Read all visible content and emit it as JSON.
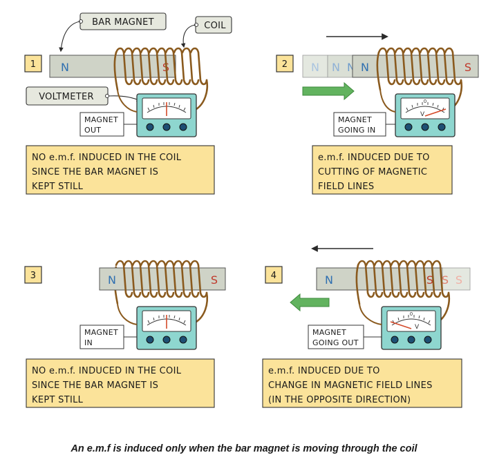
{
  "labels": {
    "bar_magnet": "BAR MAGNET",
    "coil": "COIL",
    "voltmeter": "VOLTMETER",
    "north": "N",
    "south": "S",
    "voltmeter_unit": "V"
  },
  "panels": [
    {
      "number": "1",
      "state_line1": "MAGNET",
      "state_line2": "OUT",
      "text": [
        "NO e.m.f. INDUCED IN THE COIL",
        "SINCE THE BAR MAGNET IS",
        "KEPT  STILL"
      ]
    },
    {
      "number": "2",
      "state_line1": "MAGNET",
      "state_line2": "GOING IN",
      "text": [
        "e.m.f. INDUCED DUE TO",
        "CUTTING OF MAGNETIC",
        "FIELD LINES"
      ]
    },
    {
      "number": "3",
      "state_line1": "MAGNET",
      "state_line2": "IN",
      "text": [
        "NO e.m.f. INDUCED IN THE COIL",
        "SINCE THE BAR MAGNET IS",
        "KEPT  STILL"
      ]
    },
    {
      "number": "4",
      "state_line1": "MAGNET",
      "state_line2": "GOING OUT",
      "text": [
        "e.m.f. INDUCED DUE TO",
        "CHANGE IN MAGNETIC FIELD LINES",
        "(IN THE OPPOSITE DIRECTION)"
      ]
    }
  ],
  "caption": "An e.m.f is induced only when the bar magnet is moving through the coil",
  "colors": {
    "magnet": "#cfd3c7",
    "magnet_ghost": "#e4e8e0",
    "coil": "#8a5a1e",
    "meter": "#8ed6cf",
    "text_box": "#fbe39a",
    "label_box": "#e6e8de",
    "green_arrow": "#62b35f"
  }
}
